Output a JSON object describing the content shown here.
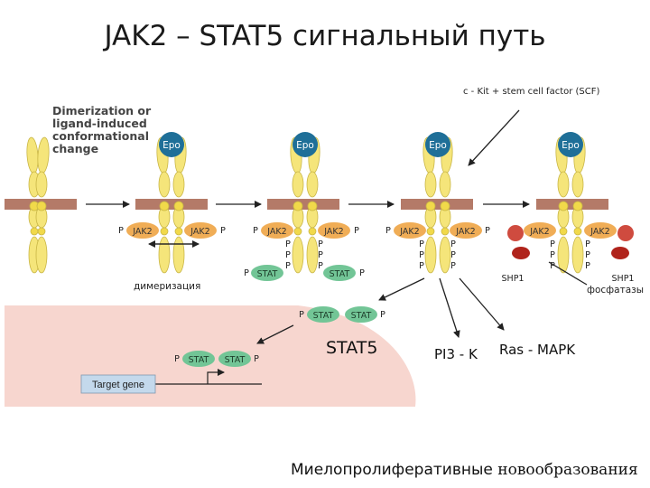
{
  "title": "JAK2 – STAT5 сигнальный путь",
  "annotations": {
    "scf": "c - Kit + stem cell factor (SCF)",
    "dimerization_change": "Dimerization or\nligand-induced\nconformational\nchange",
    "dimerization": "димеризация",
    "phosphatases": "фосфатазы",
    "stat5": "STAT5",
    "pi3k": "PI3 - K",
    "ras_mapk": "Ras - MAPK",
    "mpn_part1": "Миелопролиферативные",
    "mpn_part2": "новообразования"
  },
  "molecule_labels": {
    "epo": "Epo",
    "jak2": "JAK2",
    "stat": "STAT",
    "p": "P",
    "shp1": "SHP1",
    "target_gene": "Target gene"
  },
  "colors": {
    "receptor": "#f5e57a",
    "receptor_stroke": "#c9b646",
    "membrane": "#b47a68",
    "epo": "#1f6f98",
    "jak2": "#f0ad56",
    "stat": "#72c596",
    "shp1": "#b0231b",
    "nucleus": "#f7d6cf",
    "target_gene": "#c4d9ec"
  }
}
